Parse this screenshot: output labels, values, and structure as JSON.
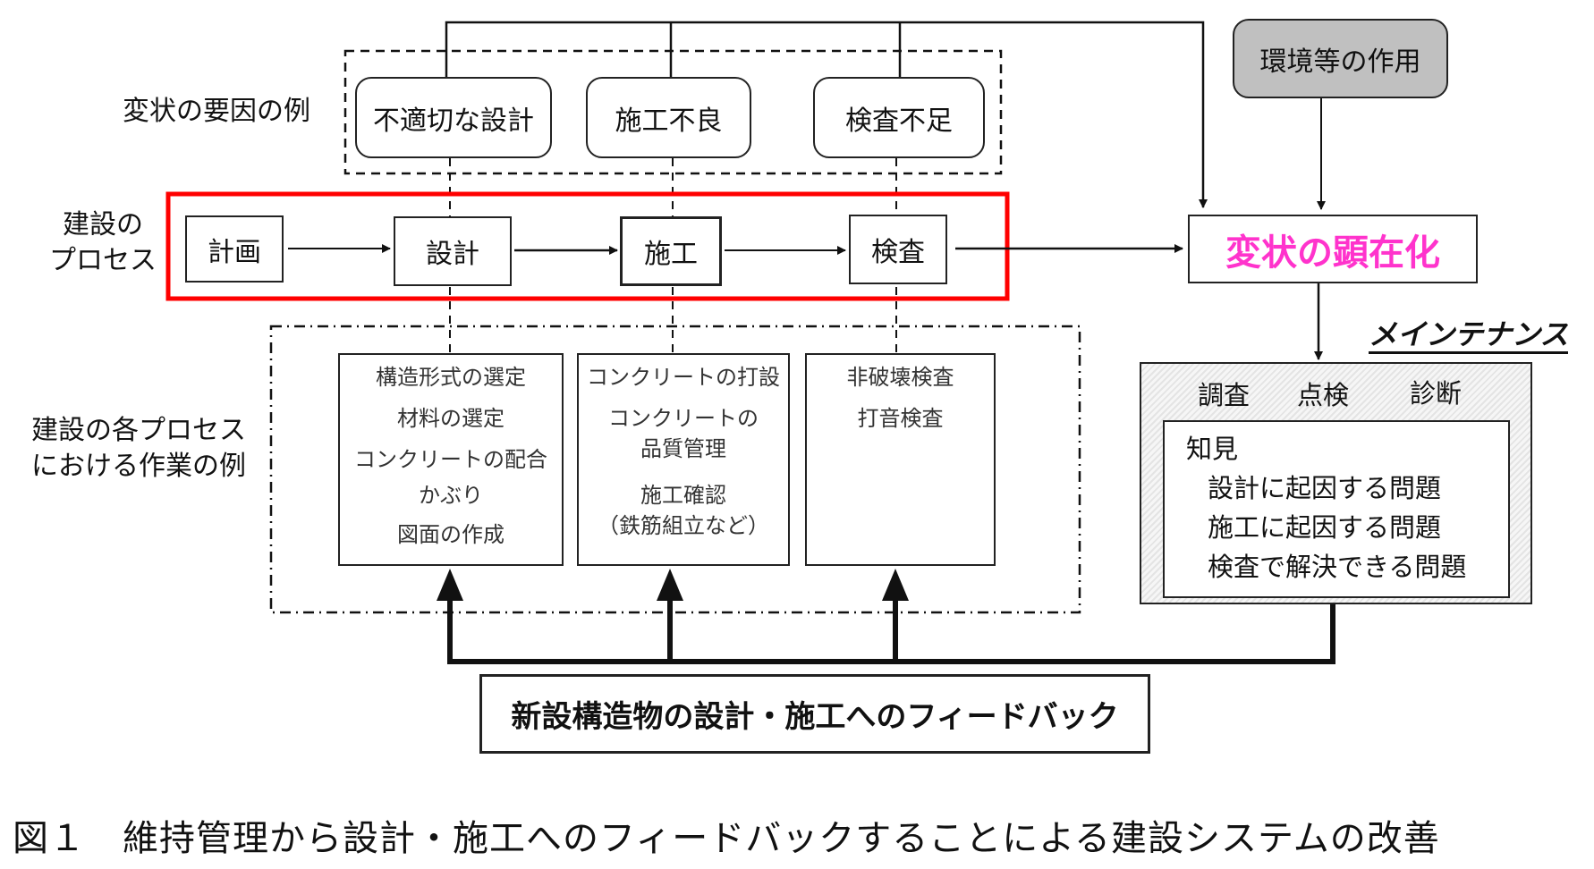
{
  "labels": {
    "causes": "変状の要因の例",
    "process_line1": "建設の",
    "process_line2": "プロセス",
    "work_line1": "建設の各プロセス",
    "work_line2": "における作業の例",
    "maintenance": "メインテナンス"
  },
  "causes": [
    "不適切な設計",
    "施工不良",
    "検査不足"
  ],
  "environment": "環境等の作用",
  "process": [
    "計画",
    "設計",
    "施工",
    "検査"
  ],
  "manifestation": "変状の顕在化",
  "work": [
    [
      "構造形式の選定",
      "材料の選定",
      "コンクリートの配合",
      "かぶり",
      "図面の作成"
    ],
    [
      "コンクリートの打設",
      "コンクリートの",
      "品質管理",
      "施工確認",
      "（鉄筋組立など）"
    ],
    [
      "非破壊検査",
      "打音検査"
    ]
  ],
  "maintenance": {
    "activities": [
      "調査",
      "点検",
      "診断"
    ],
    "knowledge_title": "知見",
    "knowledge_items": [
      "設計に起因する問題",
      "施工に起因する問題",
      "検査で解決できる問題"
    ]
  },
  "feedback": "新設構造物の設計・施工へのフィードバック",
  "caption": "図１　維持管理から設計・施工へのフィードバックすることによる建設システムの改善",
  "colors": {
    "highlight_frame": "#ff0000",
    "manifestation_text": "#ff33cc",
    "environment_fill": "#c0c0c0"
  }
}
